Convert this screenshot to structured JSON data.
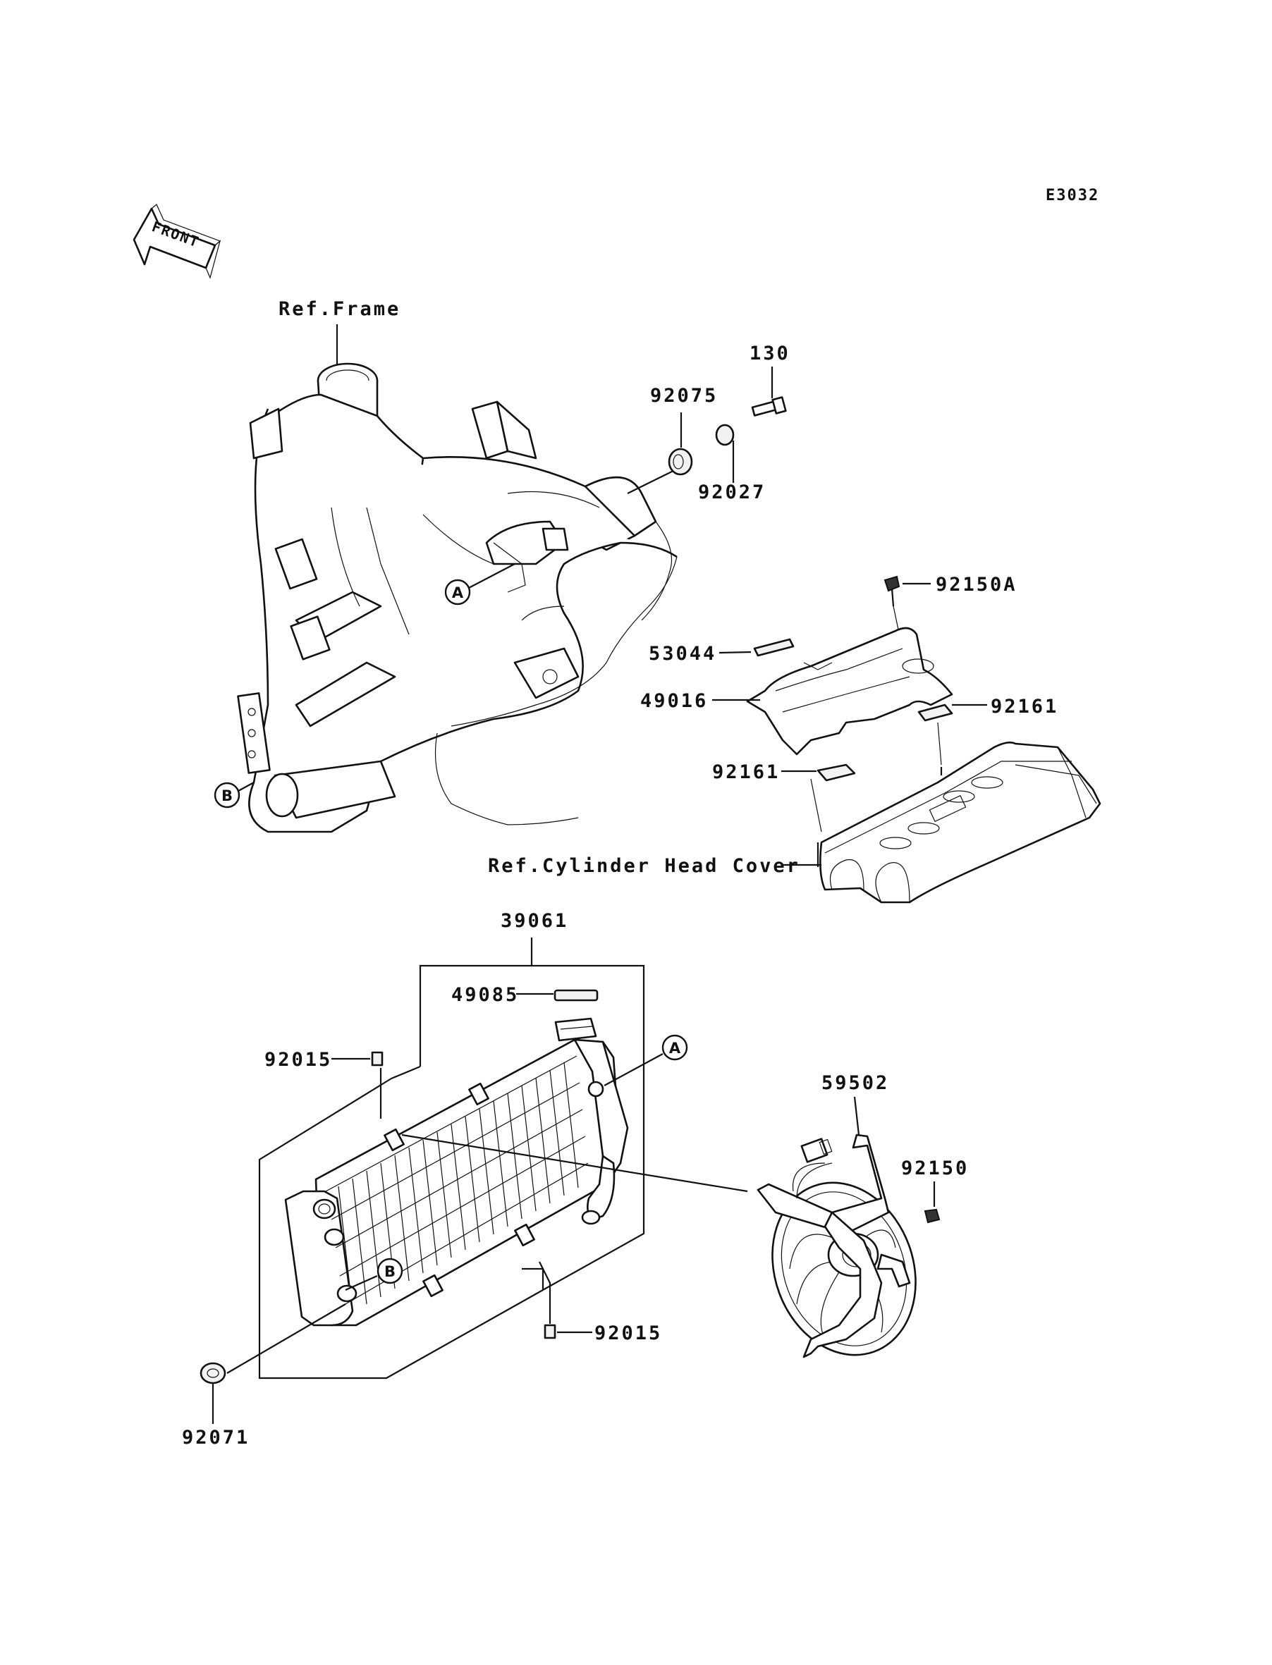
{
  "diagram_code": "E3032",
  "front_arrow": "FRONT",
  "references": {
    "frame": "Ref.Frame",
    "cylinder_head_cover": "Ref.Cylinder Head Cover"
  },
  "callouts": {
    "a": "A",
    "b": "B"
  },
  "parts": {
    "p130": "130",
    "p92075": "92075",
    "p92027": "92027",
    "p92150A": "92150A",
    "p53044": "53044",
    "p49016": "49016",
    "p92161_right": "92161",
    "p92161_left": "92161",
    "p39061": "39061",
    "p49085": "49085",
    "p92015_top": "92015",
    "p92015_bottom": "92015",
    "p59502": "59502",
    "p92150": "92150",
    "p92071": "92071"
  }
}
